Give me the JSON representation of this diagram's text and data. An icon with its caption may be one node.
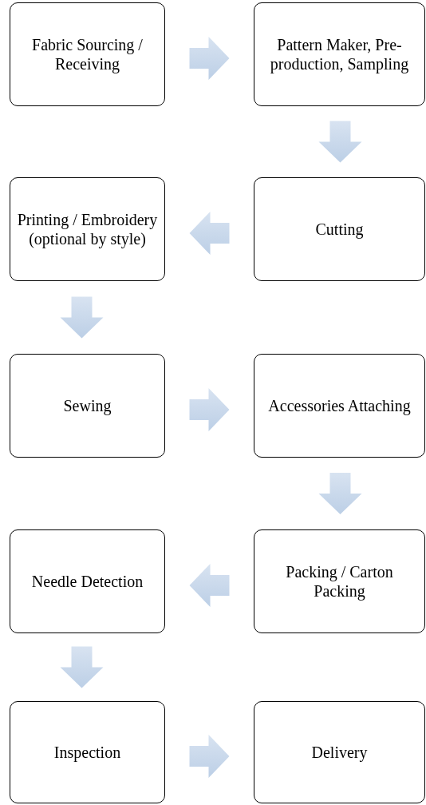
{
  "diagram": {
    "nodes": [
      {
        "text": [
          "Fabric Sourcing / Receiving"
        ]
      },
      {
        "text": [
          "Pattern Maker, Pre-production, Sampling"
        ]
      },
      {
        "text": [
          "Printing / Embroidery (optional by style)"
        ]
      },
      {
        "text": [
          "Cutting"
        ]
      },
      {
        "text": [
          "Sewing"
        ]
      },
      {
        "text": [
          "Accessories Attaching"
        ]
      },
      {
        "text": [
          "Needle Detection"
        ]
      },
      {
        "text": [
          "Packing / Carton Packing"
        ]
      },
      {
        "text": [
          "Inspection"
        ]
      },
      {
        "text": [
          "Delivery"
        ]
      }
    ],
    "edges": [
      {
        "from": 0,
        "to": 1,
        "arrow": "to"
      },
      {
        "from": 1,
        "to": 3,
        "arrow": "to"
      },
      {
        "from": 3,
        "to": 2,
        "arrow": "to"
      },
      {
        "from": 2,
        "to": 4,
        "arrow": "to"
      },
      {
        "from": 4,
        "to": 5,
        "arrow": "to"
      },
      {
        "from": 5,
        "to": 7,
        "arrow": "to"
      },
      {
        "from": 7,
        "to": 6,
        "arrow": "to"
      },
      {
        "from": 6,
        "to": 8,
        "arrow": "to"
      },
      {
        "from": 8,
        "to": 9,
        "arrow": "to"
      }
    ]
  }
}
